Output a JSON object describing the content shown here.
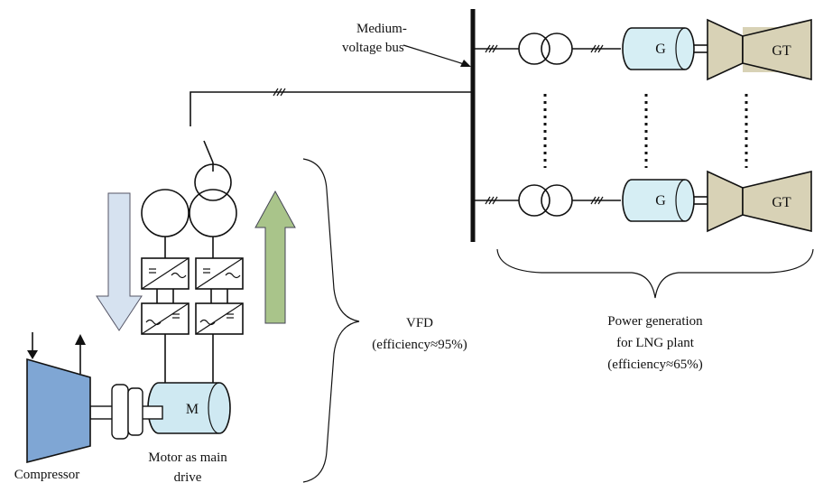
{
  "labels": {
    "bus_line1": "Medium-",
    "bus_line2": "voltage bus",
    "generator": "G",
    "turbine": "GT",
    "motor": "M",
    "vfd_title": "VFD",
    "vfd_eff": "(efficiency≈95%)",
    "power_line1": "Power generation",
    "power_line2": "for LNG plant",
    "power_eff": "(efficiency≈65%)",
    "motor_line1": "Motor as main",
    "motor_line2": "drive",
    "compressor": "Compressor"
  },
  "colors": {
    "generator_fill": "#d6eef4",
    "turbine_fill": "#d8d2b6",
    "motor_fill": "#cfe9f2",
    "compressor_fill": "#7fa6d4",
    "down_arrow_fill": "#d6e2f0",
    "up_arrow_fill": "#a9c48a"
  }
}
